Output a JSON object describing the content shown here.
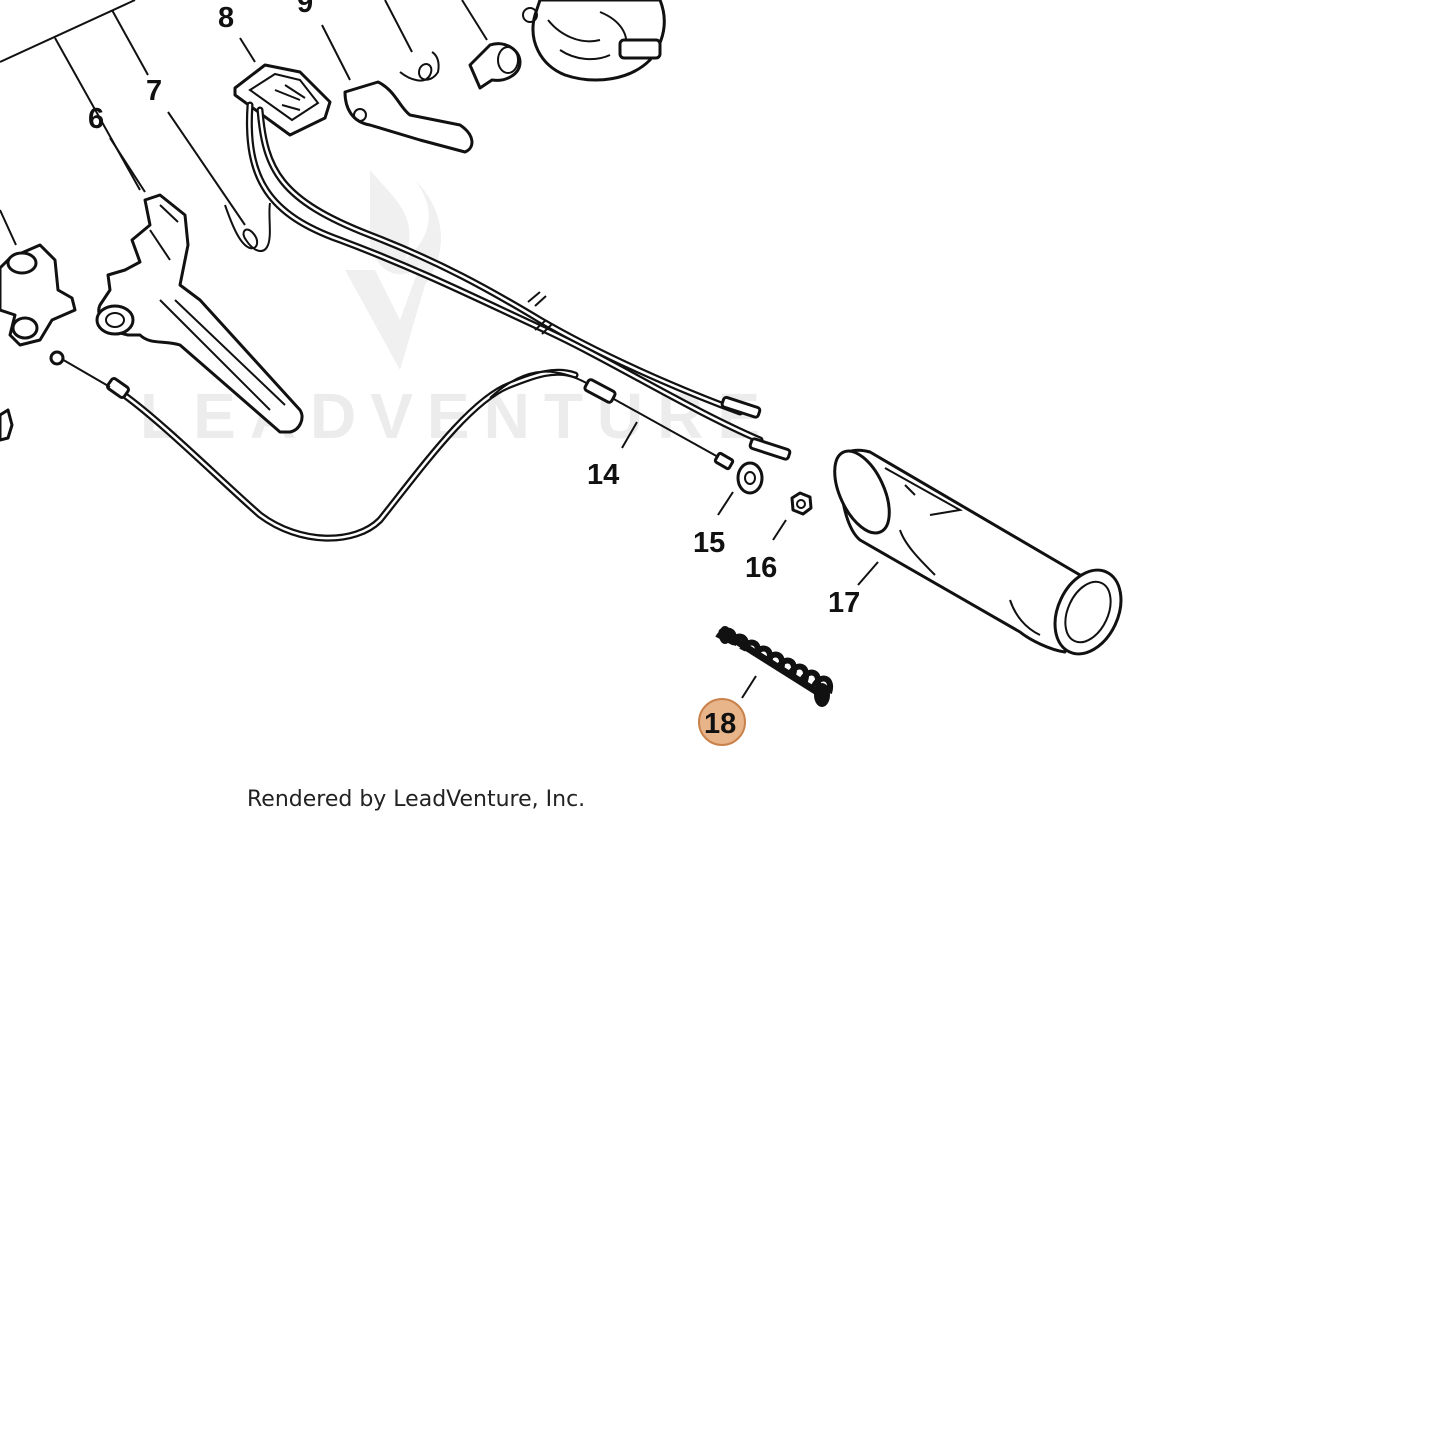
{
  "diagram": {
    "watermark": "LEADVENTURE",
    "credit": "Rendered by LeadVenture, Inc.",
    "highlight_color": "#e8b48a",
    "highlight_stroke": "#c9824b",
    "callouts": [
      {
        "id": "6",
        "label": "6"
      },
      {
        "id": "7",
        "label": "7"
      },
      {
        "id": "8",
        "label": "8"
      },
      {
        "id": "9",
        "label": "9"
      },
      {
        "id": "14",
        "label": "14"
      },
      {
        "id": "15",
        "label": "15"
      },
      {
        "id": "16",
        "label": "16"
      },
      {
        "id": "17",
        "label": "17"
      },
      {
        "id": "18",
        "label": "18",
        "highlighted": true
      }
    ]
  }
}
